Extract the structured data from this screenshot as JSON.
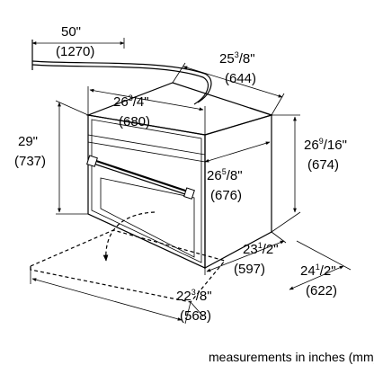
{
  "dimensions": {
    "cord_length": {
      "inches": "50\"",
      "mm": "(1270)"
    },
    "depth_overall": {
      "whole": "25",
      "frac": "3",
      "den": "/8",
      "tail": "\"",
      "mm": "(644)"
    },
    "width_overall": {
      "whole": "26",
      "frac": "3",
      "den": "/4",
      "tail": "\"",
      "mm": "(680)"
    },
    "height_left": {
      "inches": "29\"",
      "mm": "(737)"
    },
    "height_right": {
      "whole": "26",
      "frac": "9",
      "den": "/16",
      "tail": "\"",
      "mm": "(674)"
    },
    "width_inner": {
      "whole": "26",
      "frac": "5",
      "den": "/8",
      "tail": "\"",
      "mm": "(676)"
    },
    "depth_body": {
      "whole": "23",
      "frac": "1",
      "den": "/2",
      "tail": "\"",
      "mm": "(597)"
    },
    "depth_with_door": {
      "whole": "24",
      "frac": "1",
      "den": "/2",
      "tail": "\"",
      "mm": "(622)"
    },
    "door_swing": {
      "whole": "22",
      "frac": "3",
      "den": "/8",
      "tail": "\"",
      "mm": "(568)"
    }
  },
  "caption": "measurements in inches (mm)"
}
